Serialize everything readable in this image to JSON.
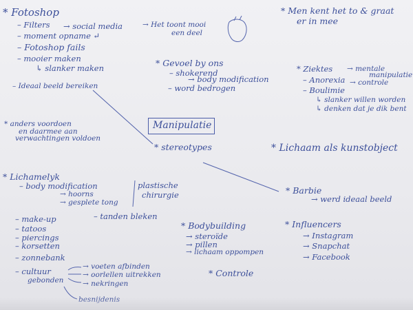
{
  "center": {
    "label": "Manipulatie"
  },
  "topleft": {
    "heading": "* Fotoshop",
    "filters": "– Filters",
    "filters_arrow": "→ social media",
    "filters_arrow2": "→ Het toont mooi",
    "filters_arrow3": "een deel",
    "moment": "– moment opname ↵",
    "fails": "– Fotoshop fails",
    "mooier": "– mooier maken",
    "slanker": "↳ slanker maken",
    "ideaal": "– Ideaal beeld bereiken"
  },
  "gevoel": {
    "heading": "* Gevoel by ons",
    "schokkend": "– shokerend",
    "body_mod": "→ body modification",
    "bedrogen": "– word bedrogen"
  },
  "topright": {
    "note_line1": "* Men kent het to & graat",
    "note_line2": "er in mee"
  },
  "ziektes": {
    "heading": "* Ziektes",
    "mentale": "→ mentale",
    "manipulatie": "manipulatie",
    "anorexia": "– Anorexia",
    "controle": "→ controle",
    "boulimie": "– Boulimie",
    "slanker_worden": "↳ slanker willen worden",
    "denken": "↳ denken dat je dik bent"
  },
  "anders": {
    "line1": "* anders voordoen",
    "line2": "en daarmee aan",
    "line3": "verwachtingen voldoen"
  },
  "stereotypes": {
    "label": "* stereotypes"
  },
  "lichaam_kunst": {
    "label": "* Lichaam als kunstobject"
  },
  "lichamelijk": {
    "heading": "* Lichamelyk",
    "body_mod": "– body modification",
    "hoorns": "→ hoorns",
    "tong": "→ gesplete tong",
    "plastische1": "plastische",
    "plastische2": "chirurgie",
    "makeup": "– make-up",
    "tanden": "– tanden bleken",
    "tatoos": "– tatoos",
    "piercings": "– piercings",
    "korsetten": "– korsetten",
    "zonnebank": "– zonnebank",
    "cultuur": "– cultuur",
    "gebonden": "gebonden",
    "voeten": "→ voeten afbinden",
    "oorlellen": "→ oorlellen uitrekken",
    "nekringen": "→ nekringen",
    "besnijdenis": "besnijdenis"
  },
  "bodybuilding": {
    "heading": "* Bodybuilding",
    "steroide": "→ steroïde",
    "pillen": "→ pillen",
    "oppompen": "→ lichaam oppompen"
  },
  "controle": {
    "label": "* Controle"
  },
  "barbie": {
    "heading": "* Barbie",
    "beeld": "→ werd ideaal beeld"
  },
  "influencers": {
    "heading": "* Influencers",
    "instagram": "→ Instagram",
    "snapchat": "→ Snapchat",
    "facebook": "→ Facebook"
  }
}
